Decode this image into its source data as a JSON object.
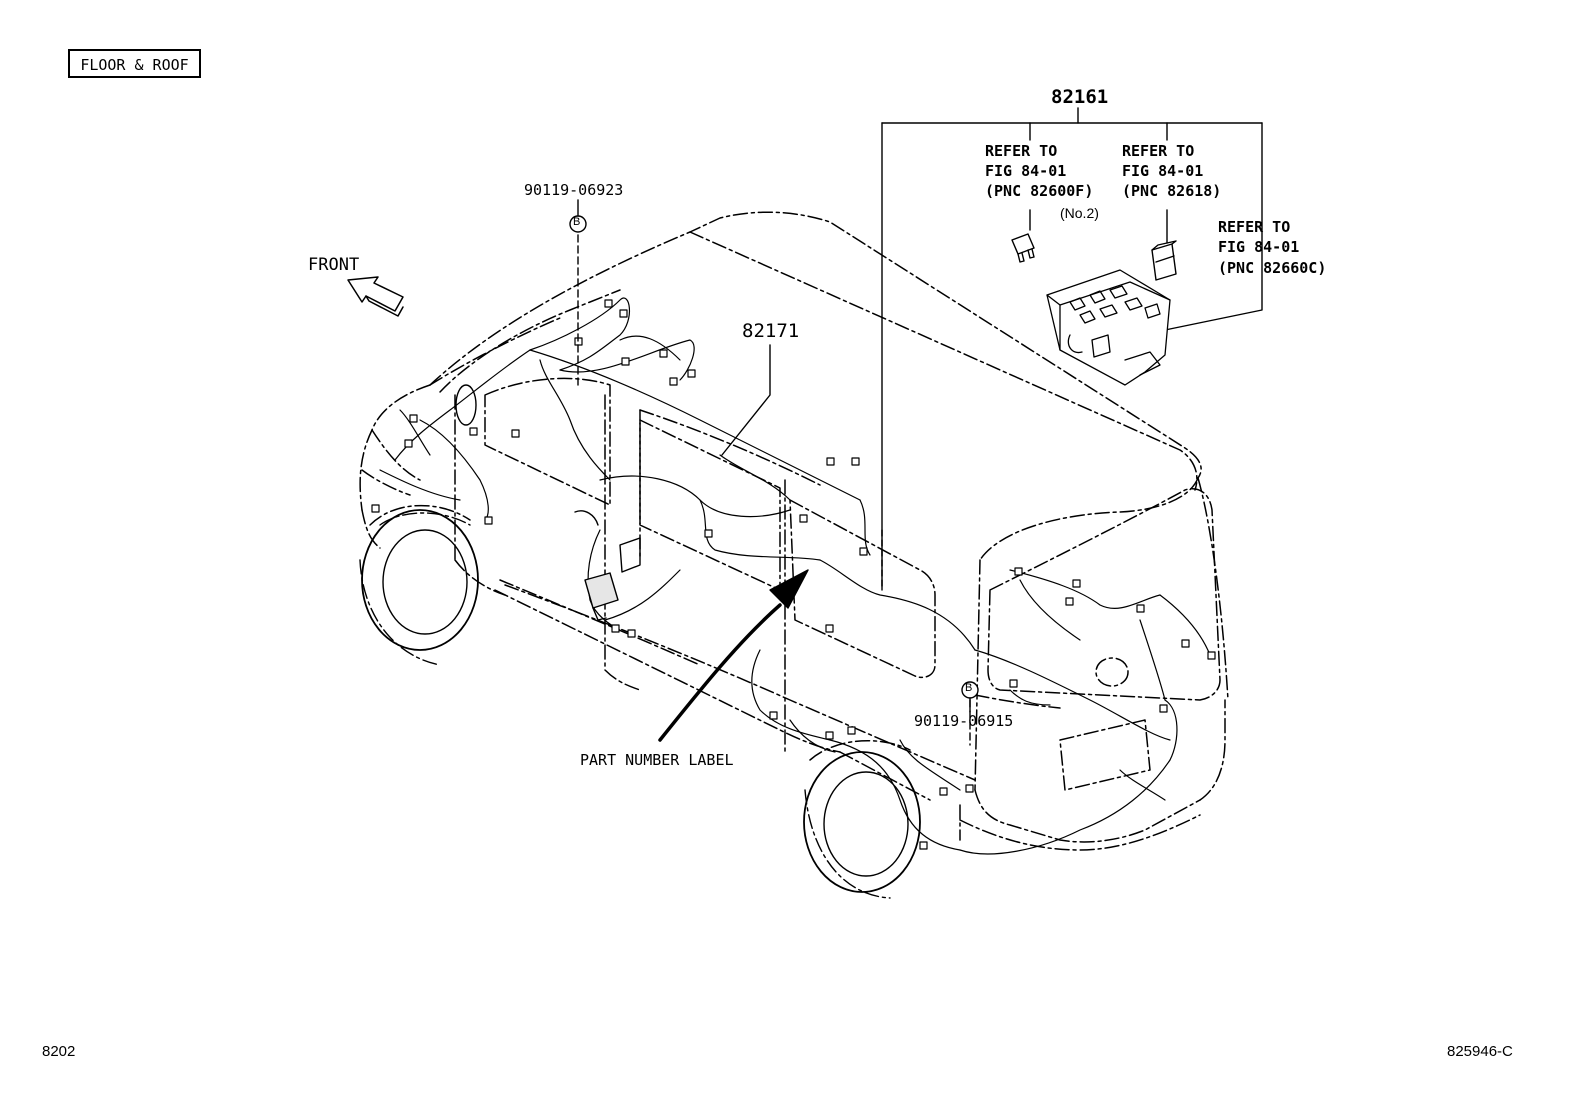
{
  "section": "FLOOR & ROOF",
  "direction_label": "FRONT",
  "callouts": {
    "harness_main": "82171",
    "fuse_block_group": "82161",
    "clamp_top": "90119-06923",
    "clamp_bottom": "90119-06915",
    "clamp_marker": "B",
    "part_number_label": "PART NUMBER LABEL"
  },
  "refer_notes": [
    {
      "line1": "REFER TO",
      "line2": "FIG 84-01",
      "line3": "(PNC 82600F)",
      "note": "(No.2)"
    },
    {
      "line1": "REFER TO",
      "line2": "FIG 84-01",
      "line3": "(PNC 82618)"
    },
    {
      "line1": "REFER TO",
      "line2": "FIG 84-01",
      "line3": "(PNC 82660C)"
    }
  ],
  "footer": {
    "page_code": "8202",
    "illustration_id": "825946-C"
  }
}
